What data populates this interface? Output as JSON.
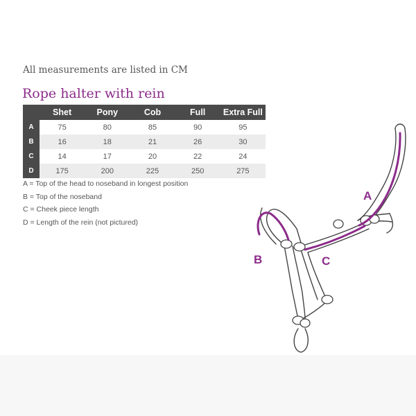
{
  "intro_text": "All measurements are listed in CM",
  "title": "Rope halter with rein",
  "table": {
    "columns": [
      "Shet",
      "Pony",
      "Cob",
      "Full",
      "Extra Full"
    ],
    "rows": [
      {
        "label": "A",
        "values": [
          "75",
          "80",
          "85",
          "90",
          "95"
        ]
      },
      {
        "label": "B",
        "values": [
          "16",
          "18",
          "21",
          "26",
          "30"
        ]
      },
      {
        "label": "C",
        "values": [
          "14",
          "17",
          "20",
          "22",
          "24"
        ]
      },
      {
        "label": "D",
        "values": [
          "175",
          "200",
          "225",
          "250",
          "275"
        ]
      }
    ]
  },
  "legend": [
    "A = Top of the head to noseband in longest position",
    "B = Top of the noseband",
    "C = Cheek piece length",
    "D = Length of the rein (not pictured)"
  ],
  "diagram": {
    "label_a": "A",
    "label_b": "B",
    "label_c": "C"
  },
  "colors": {
    "accent": "#8c2b8a",
    "header_bg": "#4a4a4a",
    "text": "#555555",
    "rope": "#444444"
  }
}
